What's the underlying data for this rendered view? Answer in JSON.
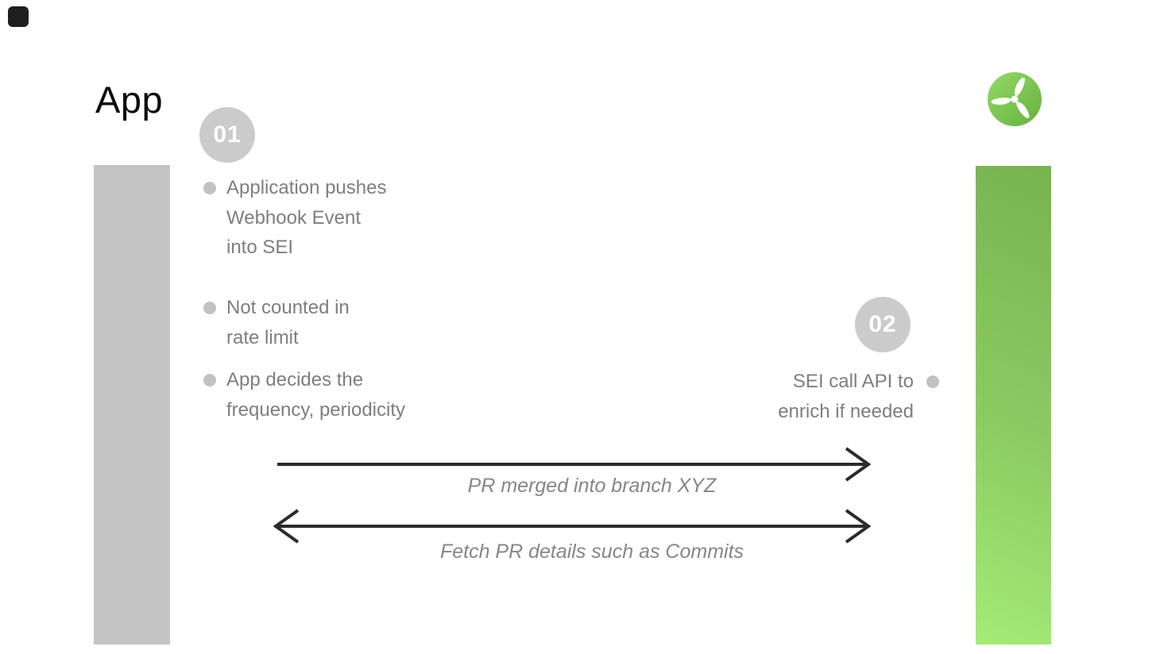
{
  "title": "App",
  "badges": {
    "step_one": "01",
    "step_two": "02"
  },
  "app_side": {
    "bullets": [
      {
        "text": "Application pushes\nWebhook Event\ninto SEI"
      },
      {
        "text": "Not counted in\nrate limit"
      },
      {
        "text": "App decides the\nfrequency, periodicity"
      }
    ]
  },
  "sei_side": {
    "bullet": {
      "text": "SEI call API to\nenrich if needed"
    }
  },
  "arrows": [
    {
      "label": "PR merged into branch XYZ",
      "direction": "right"
    },
    {
      "label": "Fetch PR details such as Commits",
      "direction": "both"
    }
  ],
  "colors": {
    "gray_bar": "#c4c4c4",
    "green_bar_top": "#77b450",
    "green_bar_bottom": "#a4eb76",
    "badge_background": "#cbcbcb",
    "badge_text": "#ffffff",
    "bullet_text": "#7d7e82",
    "bullet_dot": "#c1c2c6",
    "arrow_stroke": "#2b2b2b",
    "arrow_label": "#85868a",
    "logo_green_light": "#93d968",
    "logo_green_dark": "#66b13c"
  },
  "icons": {
    "logo": "propeller-logo",
    "corner_mark": "dark-square"
  }
}
